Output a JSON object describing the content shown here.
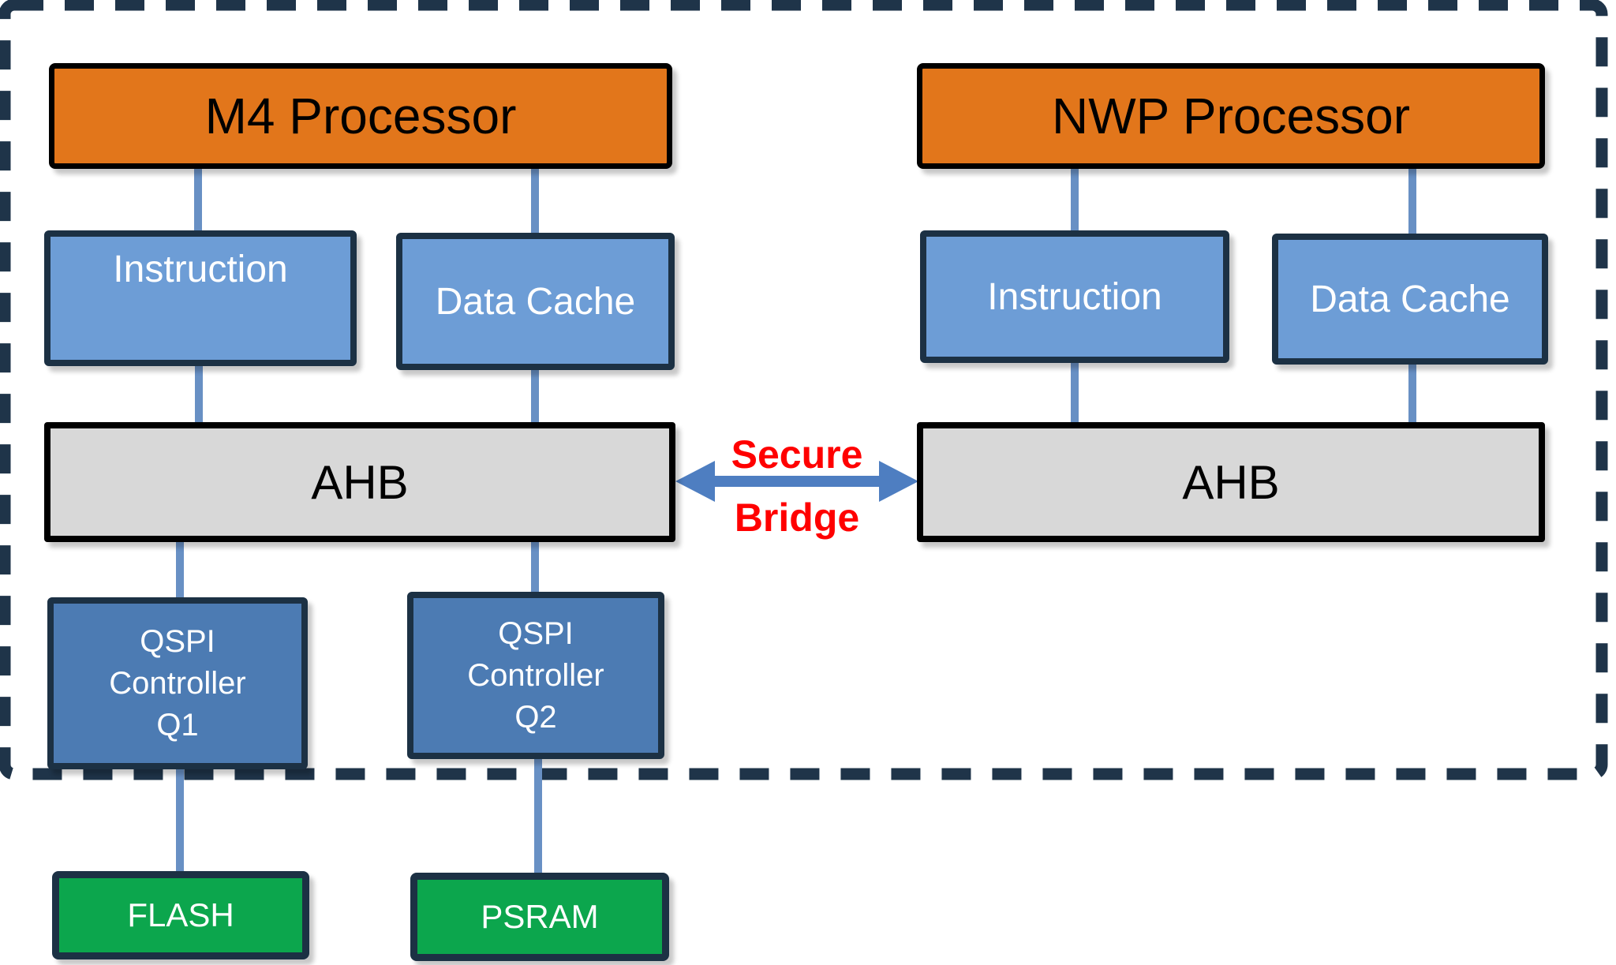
{
  "colors": {
    "processor_fill": "#E2761B",
    "cache_fill": "#6D9DD6",
    "qspi_fill": "#4C7BB3",
    "ahb_fill": "#D8D8D8",
    "memory_fill": "#0CA64D",
    "navy_border": "#1C3144",
    "black_border": "#000000",
    "connector_blue": "#6890C4",
    "arrow_blue": "#4E7EC1",
    "bridge_text_red": "#FF0000",
    "dash_navy": "#1F3449"
  },
  "blocks": {
    "m4_processor": "M4 Processor",
    "nwp_processor": "NWP Processor",
    "m4_instruction": "Instruction",
    "m4_data_cache": "Data Cache",
    "nwp_instruction": "Instruction",
    "nwp_data_cache": "Data Cache",
    "m4_ahb": "AHB",
    "nwp_ahb": "AHB",
    "qspi_q1": [
      "QSPI",
      "Controller",
      "Q1"
    ],
    "qspi_q2": [
      "QSPI",
      "Controller",
      "Q2"
    ],
    "flash": "FLASH",
    "psram": "PSRAM"
  },
  "labels": {
    "secure_bridge_line1": "Secure",
    "secure_bridge_line2": "Bridge"
  }
}
